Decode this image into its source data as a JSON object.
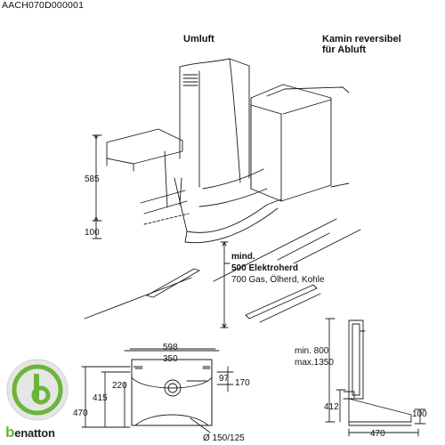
{
  "doc_code": "AACH070D000001",
  "headings": {
    "umluft": "Umluft",
    "kamin_line1": "Kamin reversibel",
    "kamin_line2": "für Abluft"
  },
  "side_dims": {
    "height_585": "585",
    "height_100": "100"
  },
  "note": {
    "line1": "mind.",
    "line2": "500 Elektroherd",
    "line3": "700 Gas, Ölherd, Kohle"
  },
  "front_dims": {
    "width_598": "598",
    "width_350": "350",
    "h_470": "470",
    "h_415": "415",
    "h_220": "220",
    "d_97": "97",
    "d_170": "170",
    "diameter": "Ø 150/125"
  },
  "profile_dims": {
    "min": "min. 800",
    "max": "max.1350",
    "h_412": "412",
    "h_100": "100",
    "w_470": "470"
  },
  "logo": {
    "brand_b": "b",
    "brand_rest": "enatton"
  },
  "colors": {
    "line": "#1a1a1a",
    "logo_green": "#6bb539",
    "logo_grey": "#d9d9d9"
  }
}
